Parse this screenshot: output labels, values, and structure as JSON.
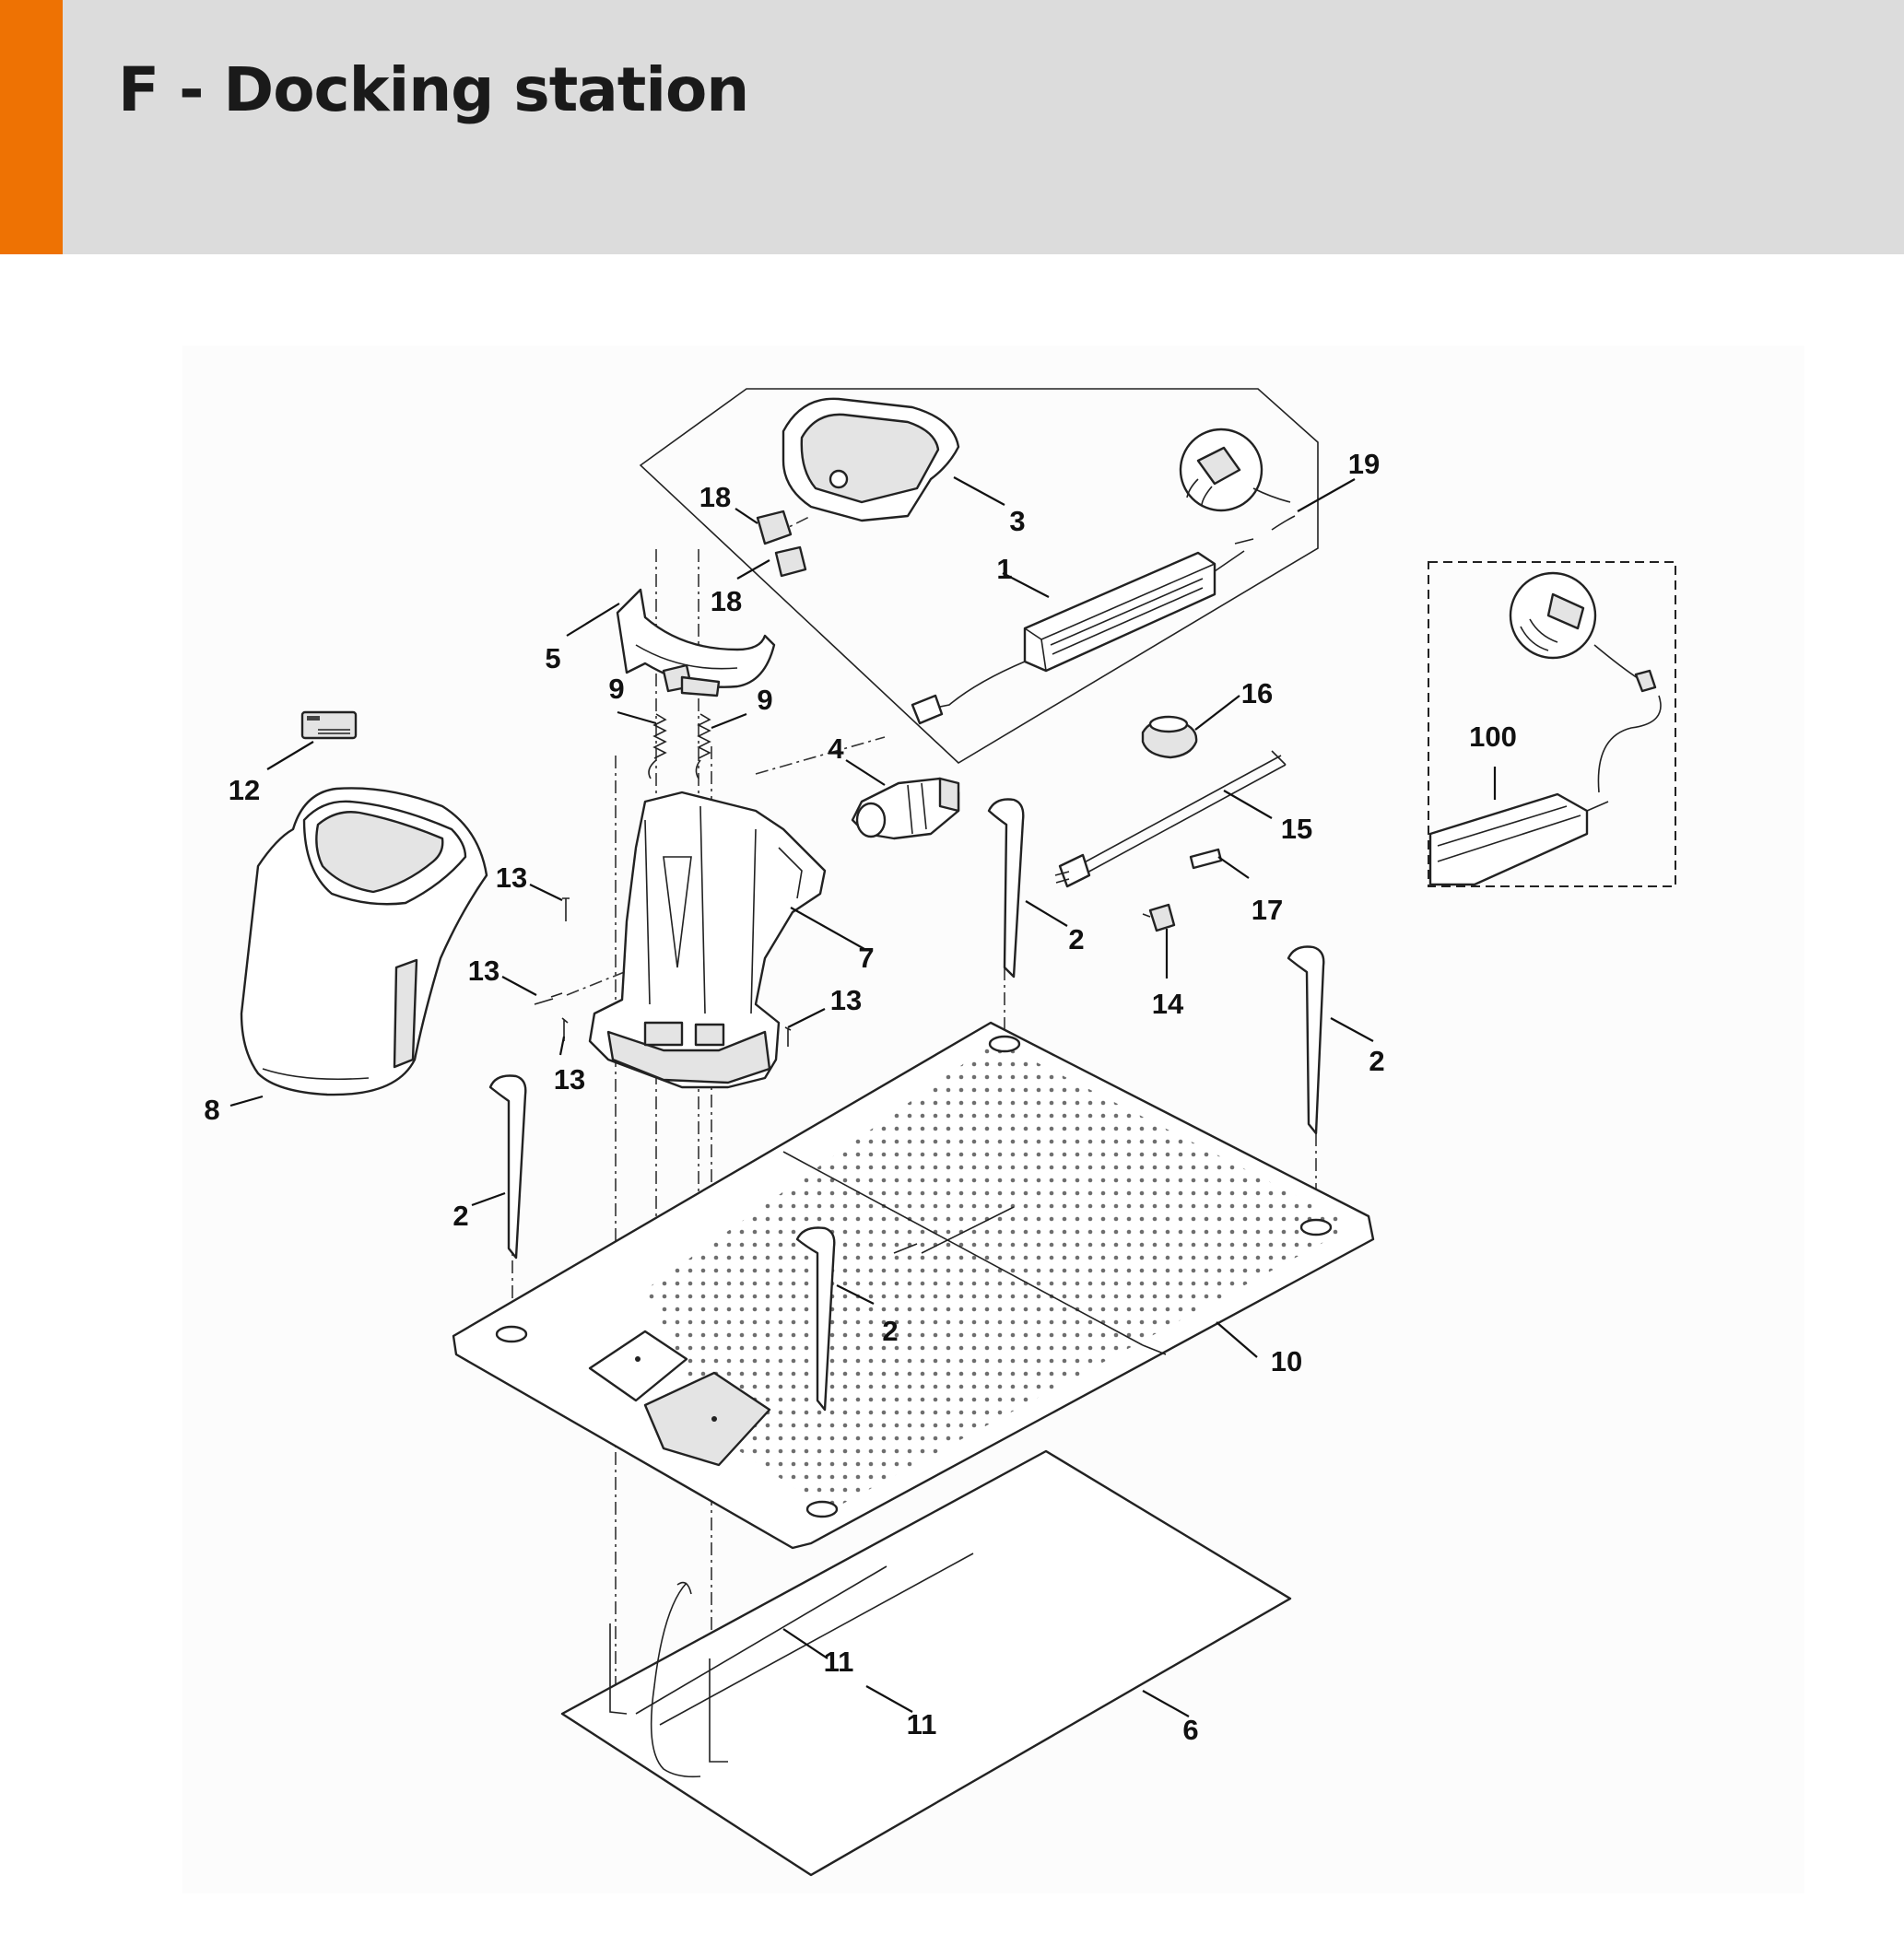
{
  "header": {
    "title": "F - Docking station",
    "accent_color": "#ee7203",
    "background_color": "#dcdcdc"
  },
  "callouts": {
    "c1": "1",
    "c2a": "2",
    "c2b": "2",
    "c2c": "2",
    "c2d": "2",
    "c3": "3",
    "c4": "4",
    "c5": "5",
    "c6": "6",
    "c7": "7",
    "c8": "8",
    "c9a": "9",
    "c9b": "9",
    "c10": "10",
    "c11a": "11",
    "c11b": "11",
    "c12": "12",
    "c13a": "13",
    "c13b": "13",
    "c13c": "13",
    "c13d": "13",
    "c14": "14",
    "c15": "15",
    "c16": "16",
    "c17": "17",
    "c18a": "18",
    "c18b": "18",
    "c19": "19",
    "c100": "100"
  }
}
